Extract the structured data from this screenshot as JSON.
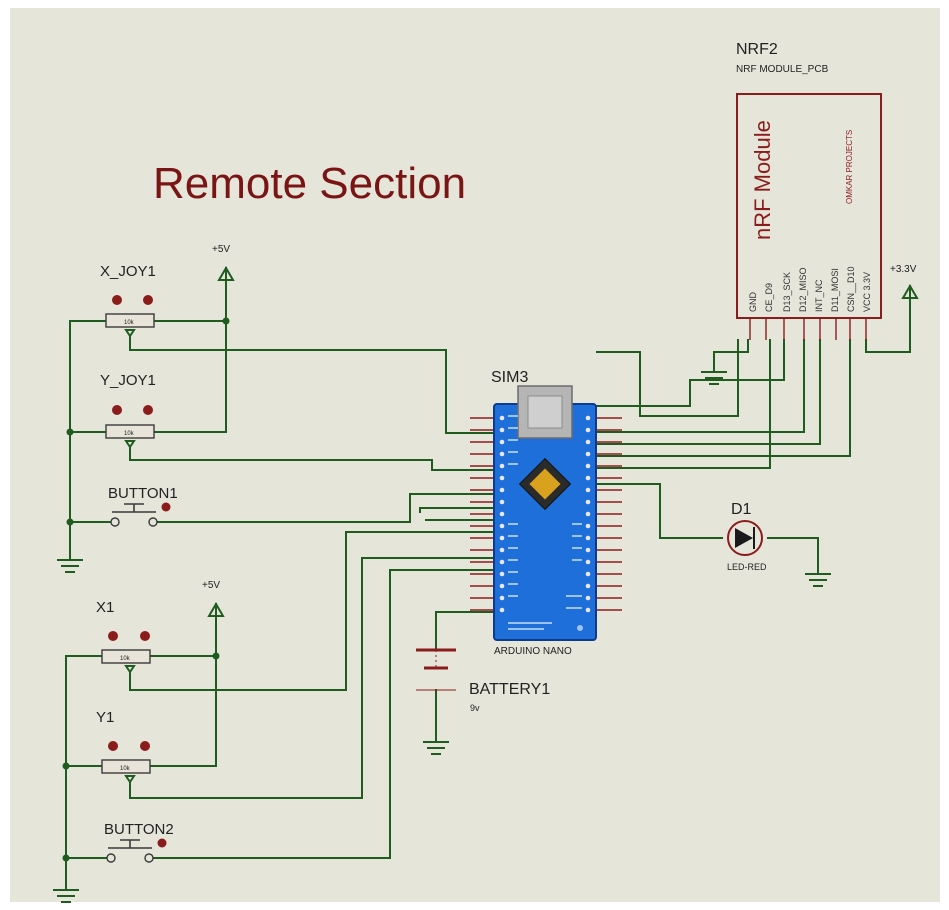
{
  "title": "Remote Section",
  "power": {
    "p5v_top": "+5V",
    "p5v_bottom": "+5V",
    "p33v": "+3.3V"
  },
  "parts": {
    "x_joy1": {
      "ref": "X_JOY1",
      "value": "10k"
    },
    "y_joy1": {
      "ref": "Y_JOY1",
      "value": "10k"
    },
    "button1": {
      "ref": "BUTTON1"
    },
    "x1": {
      "ref": "X1",
      "value": "10k"
    },
    "y1": {
      "ref": "Y1",
      "value": "10k"
    },
    "button2": {
      "ref": "BUTTON2"
    },
    "sim3": {
      "ref": "SIM3",
      "name": "ARDUINO NANO"
    },
    "battery1": {
      "ref": "BATTERY1",
      "value": "9v"
    },
    "d1": {
      "ref": "D1",
      "name": "LED-RED"
    },
    "nrf2": {
      "ref": "NRF2",
      "subtitle": "NRF MODULE_PCB",
      "module_title": "nRF Module",
      "vendor": "OMKAR PROJECTS",
      "pins": [
        "GND",
        "CE_D9",
        "D13_SCK",
        "D12_MISO",
        "INT_NC",
        "D11_MOSI",
        "CSN__D10",
        "VCC 3.3V"
      ]
    }
  }
}
